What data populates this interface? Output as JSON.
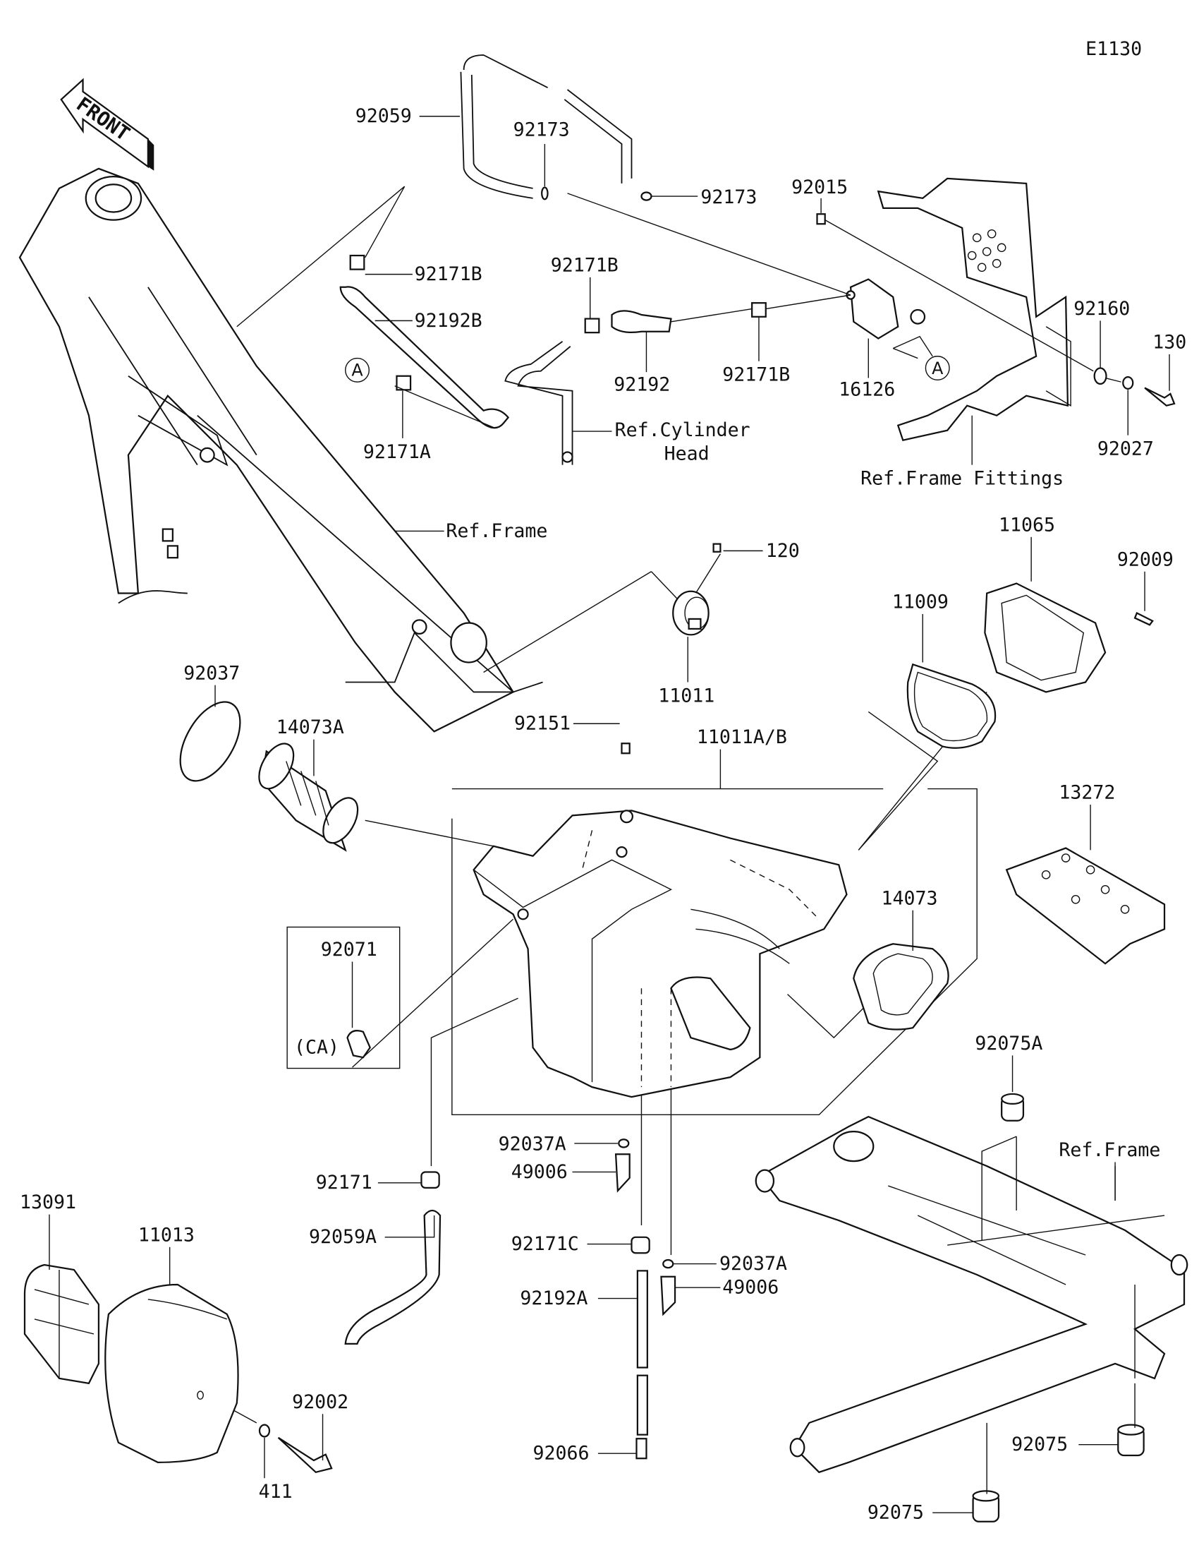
{
  "diagram": {
    "code": "E1130",
    "front_label": "FRONT",
    "callouts": [
      {
        "id": "92059"
      },
      {
        "id": "92173"
      },
      {
        "id": "92173"
      },
      {
        "id": "92015"
      },
      {
        "id": "92171B"
      },
      {
        "id": "92192B"
      },
      {
        "id": "92171A"
      },
      {
        "id": "92171B"
      },
      {
        "id": "92192"
      },
      {
        "id": "92171B"
      },
      {
        "id": "16126"
      },
      {
        "id": "92160"
      },
      {
        "id": "130"
      },
      {
        "id": "92027"
      },
      {
        "id": "120"
      },
      {
        "id": "11065"
      },
      {
        "id": "92009"
      },
      {
        "id": "11009"
      },
      {
        "id": "11011"
      },
      {
        "id": "92037"
      },
      {
        "id": "14073A"
      },
      {
        "id": "92151"
      },
      {
        "id": "11011A/B"
      },
      {
        "id": "13272"
      },
      {
        "id": "14073"
      },
      {
        "id": "92071"
      },
      {
        "id": "92075A"
      },
      {
        "id": "92037A"
      },
      {
        "id": "49006"
      },
      {
        "id": "92171"
      },
      {
        "id": "13091"
      },
      {
        "id": "11013"
      },
      {
        "id": "92059A"
      },
      {
        "id": "92171C"
      },
      {
        "id": "92037A"
      },
      {
        "id": "49006"
      },
      {
        "id": "92192A"
      },
      {
        "id": "92002"
      },
      {
        "id": "92075"
      },
      {
        "id": "92066"
      },
      {
        "id": "411"
      },
      {
        "id": "92075"
      }
    ],
    "references": {
      "cylinder_head_line1": "Ref.Cylinder",
      "cylinder_head_line2": "Head",
      "frame_fittings": "Ref.Frame Fittings",
      "frame_upper": "Ref.Frame",
      "frame_lower": "Ref.Frame"
    },
    "variant_note": "(CA)",
    "connector_markers": [
      "A",
      "A"
    ]
  }
}
